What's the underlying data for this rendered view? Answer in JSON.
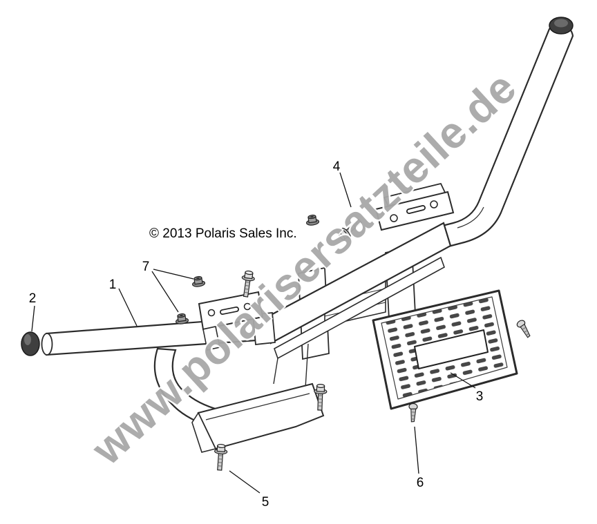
{
  "page": {
    "background": "#ffffff"
  },
  "copyright": "© 2013 Polaris Sales Inc.",
  "watermark": "www.polarisersatzteile.de",
  "callouts": [
    {
      "label": "1"
    },
    {
      "label": "2"
    },
    {
      "label": "3"
    },
    {
      "label": "4"
    },
    {
      "label": "5"
    },
    {
      "label": "6"
    },
    {
      "label": "7"
    }
  ],
  "colors": {
    "line": "#2b2b2b",
    "cap_fill": "#3f3f3f",
    "watermark_gray": "#a8a8a8",
    "background": "#ffffff"
  }
}
